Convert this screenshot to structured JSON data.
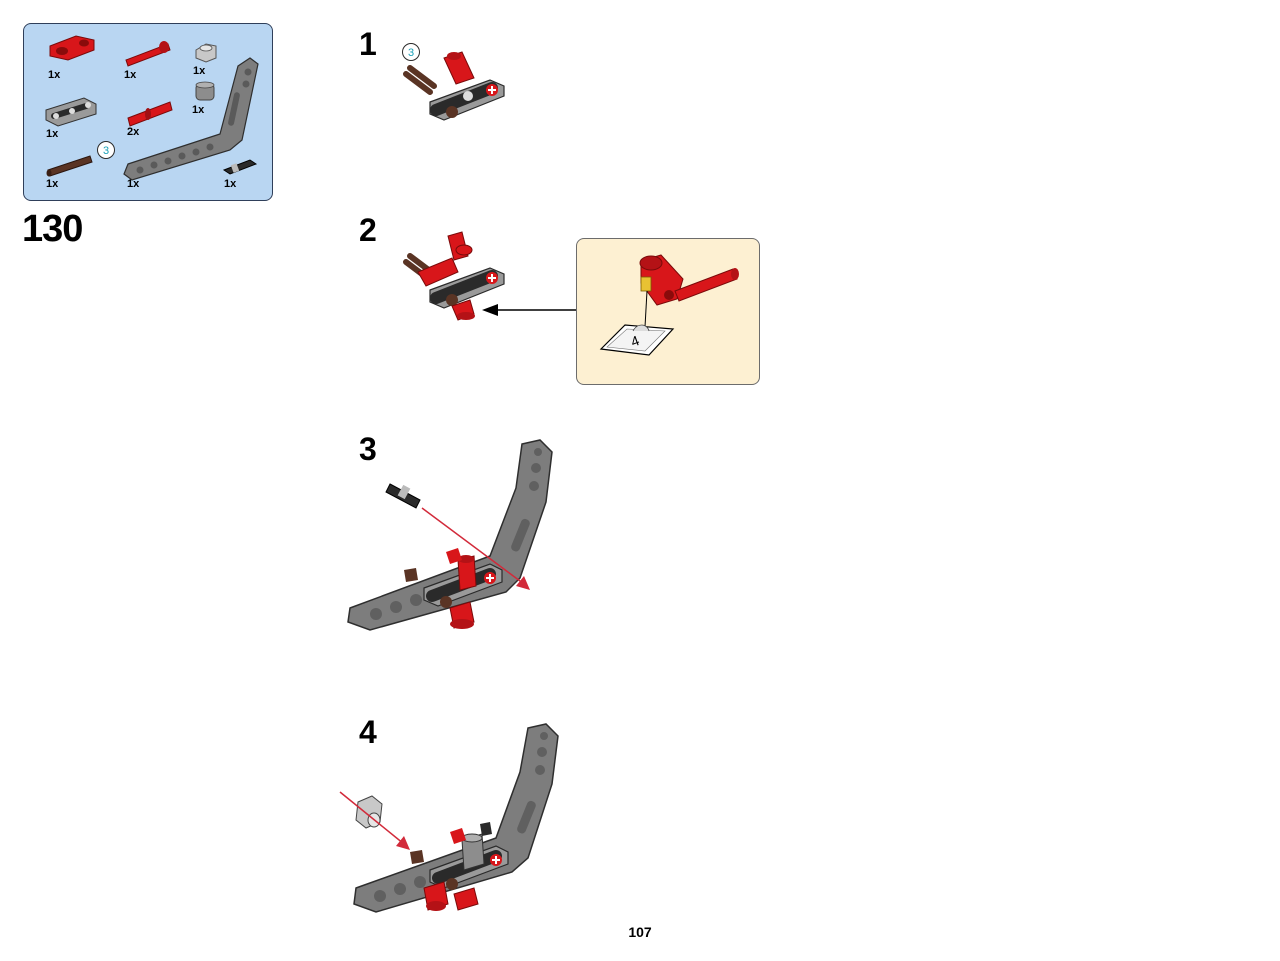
{
  "parts_list": {
    "quantities": [
      "1x",
      "1x",
      "1x",
      "1x",
      "2x",
      "1x",
      "1x",
      "1x",
      "1x"
    ],
    "length_indicator": "3"
  },
  "build_number": "130",
  "steps": [
    {
      "number": "1",
      "length_indicator": "3"
    },
    {
      "number": "2",
      "callout_sticker_number": "4"
    },
    {
      "number": "3"
    },
    {
      "number": "4"
    }
  ],
  "page_number": "107",
  "colors": {
    "parts_box_bg": "#b9d6f2",
    "callout_bg": "#fdf0d2",
    "red_part": "#d8161a",
    "grey_part": "#7a7a7a",
    "brown_part": "#5a3424",
    "arrow_red": "#d22a3a"
  },
  "icons": [
    "lego-connector-icon",
    "lego-axle-icon",
    "lego-beam-icon",
    "sticker-icon",
    "assembly-arrow-icon"
  ]
}
